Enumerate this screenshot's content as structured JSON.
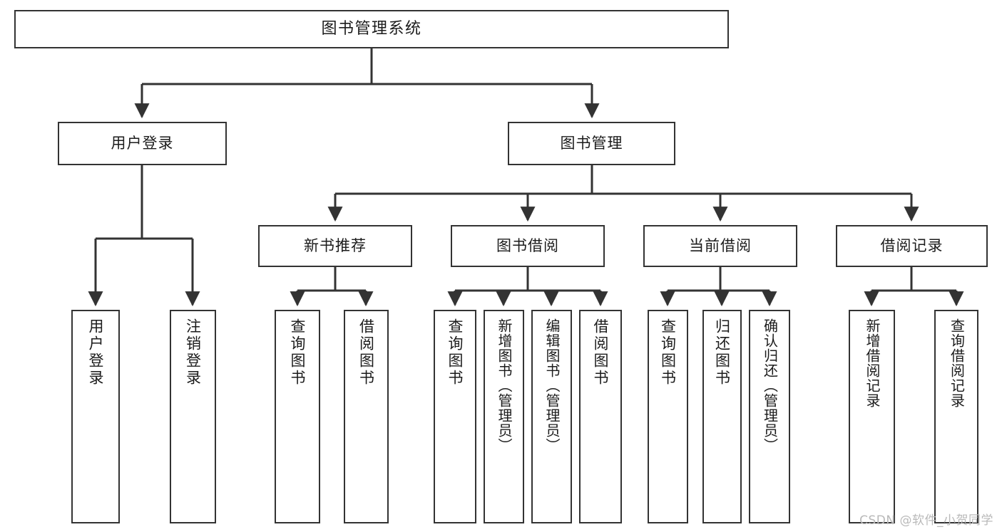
{
  "diagram": {
    "title": "图书管理系统",
    "type": "tree-hierarchy-chart",
    "watermark": "CSDN @软件_小贺同学",
    "colors": {
      "box_border": "#333333",
      "box_fill": "#ffffff",
      "connector": "#333333",
      "text": "#1b1b1b",
      "watermark": "#b9b9b9"
    },
    "root": {
      "label": "图书管理系统"
    },
    "level2": [
      {
        "id": "user-login",
        "label": "用户登录"
      },
      {
        "id": "book-manage",
        "label": "图书管理"
      }
    ],
    "level3": [
      {
        "id": "new-book-recommend",
        "label": "新书推荐"
      },
      {
        "id": "book-borrow",
        "label": "图书借阅"
      },
      {
        "id": "current-borrow",
        "label": "当前借阅"
      },
      {
        "id": "borrow-record",
        "label": "借阅记录"
      }
    ],
    "leaves": {
      "user_login": [
        {
          "id": "leaf-user-login",
          "label": "用户登录"
        },
        {
          "id": "leaf-logout-login",
          "label": "注销登录"
        }
      ],
      "new_book_recommend": [
        {
          "id": "leaf-query-book-1",
          "label": "查询图书"
        },
        {
          "id": "leaf-borrow-book-1",
          "label": "借阅图书"
        }
      ],
      "book_borrow": [
        {
          "id": "leaf-query-book-2",
          "label": "查询图书"
        },
        {
          "id": "leaf-add-book-admin",
          "label": "新增图书（管理员）"
        },
        {
          "id": "leaf-edit-book-admin",
          "label": "编辑图书（管理员）"
        },
        {
          "id": "leaf-borrow-book-2",
          "label": "借阅图书"
        }
      ],
      "current_borrow": [
        {
          "id": "leaf-query-book-3",
          "label": "查询图书"
        },
        {
          "id": "leaf-return-book",
          "label": "归还图书"
        },
        {
          "id": "leaf-confirm-return-admin",
          "label": "确认归还（管理员）"
        }
      ],
      "borrow_record": [
        {
          "id": "leaf-add-borrow-record",
          "label": "新增借阅记录"
        },
        {
          "id": "leaf-query-borrow-record",
          "label": "查询借阅记录"
        }
      ]
    }
  }
}
